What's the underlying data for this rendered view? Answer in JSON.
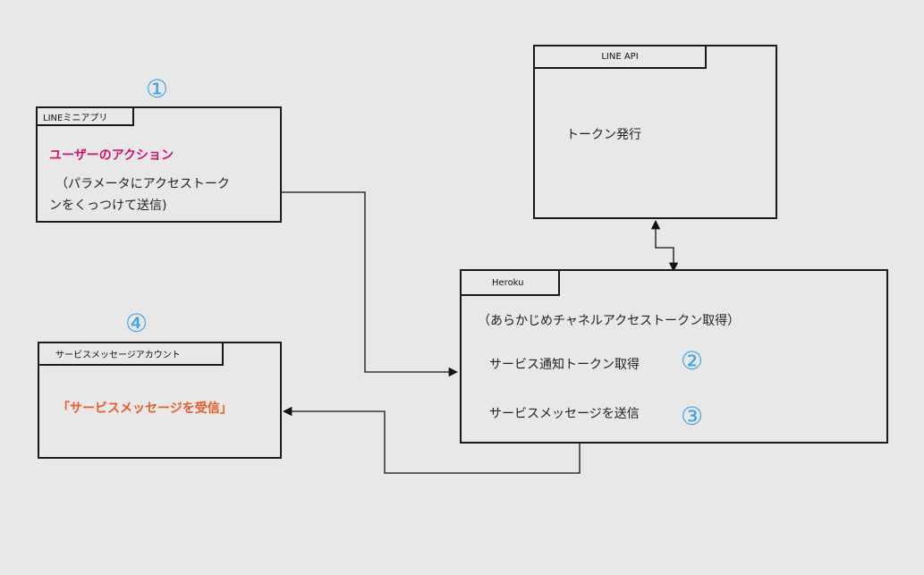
{
  "colors": {
    "border": "#1a1a1a",
    "wire": "#111111",
    "step_number": "#3ea2e8",
    "user_action": "#d0116b",
    "service_message": "#e85a26"
  },
  "line_mini_app": {
    "tab_label": "LINEミニアプリ",
    "title": "ユーザーのアクション",
    "desc_line1": "（パラメータにアクセストーク",
    "desc_line2": "ンをくっつけて送信)",
    "step": "①"
  },
  "line_api": {
    "tab_label": "LINE API",
    "body": "トークン発行"
  },
  "heroku": {
    "tab_label": "Heroku",
    "line1": "（あらかじめチャネルアクセストークン取得）",
    "line2": "サービス通知トークン取得",
    "line2_step": "②",
    "line3": "サービスメッセージを送信",
    "line3_step": "③"
  },
  "service_account": {
    "tab_label": "サービスメッセージアカウント",
    "body": "「サービスメッセージを受信」",
    "step": "④"
  }
}
